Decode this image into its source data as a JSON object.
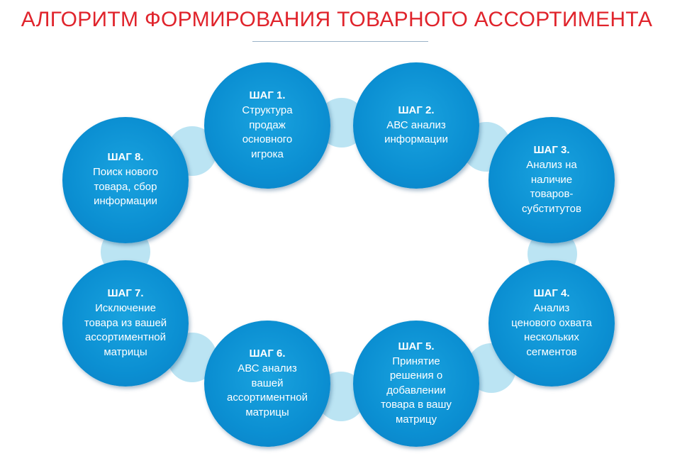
{
  "title": "АЛГОРИТМ ФОРМИРОВАНИЯ ТОВАРНОГО АССОРТИМЕНТА",
  "steps": [
    {
      "label": "ШАГ 1.",
      "text": "Структура\nпродаж\nосновного\nигрока"
    },
    {
      "label": "ШАГ 2.",
      "text": "АВС анализ\nинформации"
    },
    {
      "label": "ШАГ 3.",
      "text": "Анализ на\nналичие\nтоваров-\nсубститутов"
    },
    {
      "label": "ШАГ 4.",
      "text": "Анализ\nценового охвата\nнескольких\nсегментов"
    },
    {
      "label": "ШАГ 5.",
      "text": "Принятие\nрешения о\nдобавлении\nтовара в вашу\nматрицу"
    },
    {
      "label": "ШАГ 6.",
      "text": "АВС анализ\nвашей\nассортиментной\nматрицы"
    },
    {
      "label": "ШАГ 7.",
      "text": "Исключение\nтовара из вашей\nассортиментной\nматрицы"
    },
    {
      "label": "ШАГ 8.",
      "text": "Поиск нового\nтовара, сбор\nинформации"
    }
  ],
  "colors": {
    "title": "#e0242c",
    "step_circle": "#0b8fd2",
    "connector": "#a8dcf0"
  }
}
